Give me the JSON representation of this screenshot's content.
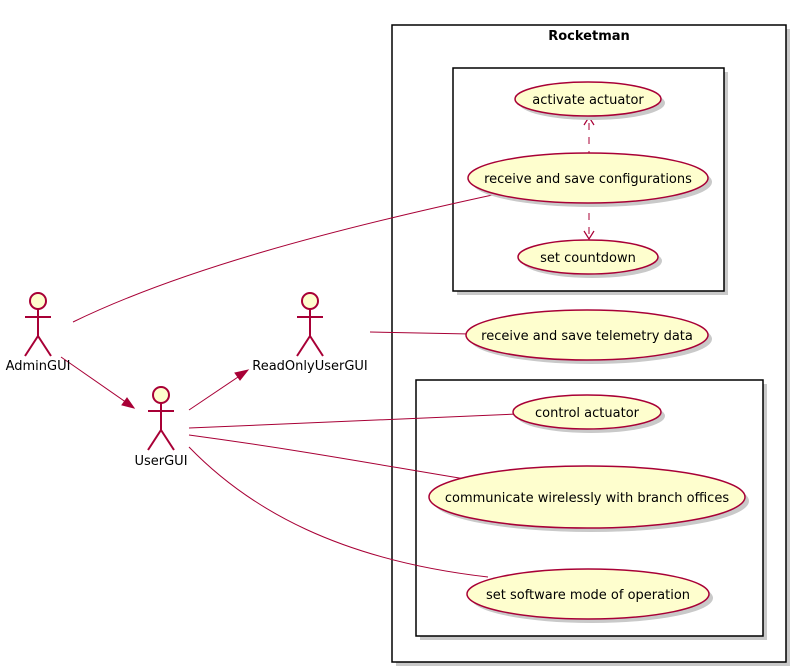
{
  "system": {
    "title": "Rocketman"
  },
  "actors": {
    "admin": "AdminGUI",
    "user": "UserGUI",
    "readonly": "ReadOnlyUserGUI"
  },
  "usecases": {
    "activate_actuator": "activate actuator",
    "receive_save_config": "receive and save configurations",
    "set_countdown": "set countdown",
    "receive_save_telemetry": "receive and save telemetry data",
    "control_actuator": "control actuator",
    "communicate_wirelessly": "communicate wirelessly with branch offices",
    "set_software_mode": "set software mode of operation"
  },
  "colors": {
    "accent": "#A80036",
    "usecase_fill": "#FEFECE"
  }
}
